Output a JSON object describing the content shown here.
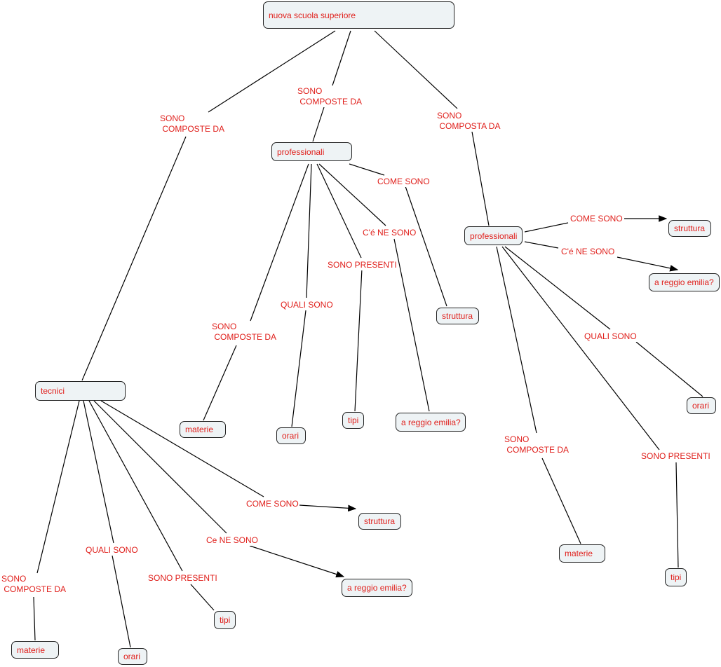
{
  "concepts": {
    "root": "nuova scuola superiore",
    "prof1": "professionali",
    "prof2": "professionali",
    "tecnici": "tecnici",
    "p1_struttura": "struttura",
    "p1_materie": "materie",
    "p1_orari": "orari",
    "p1_tipi": "tipi",
    "p1_reggio": "a reggio emilia?",
    "p2_struttura": "struttura",
    "p2_reggio": "a reggio emilia?",
    "p2_orari": "orari",
    "p2_materie": "materie",
    "p2_tipi": "tipi",
    "t_struttura": "struttura",
    "t_reggio": "a reggio emilia?",
    "t_tipi": "tipi",
    "t_materie": "materie",
    "t_orari": "orari"
  },
  "links": {
    "root_tecnici": "SONO\n COMPOSTE DA",
    "root_prof1": "SONO\n COMPOSTE DA",
    "root_prof2": "SONO\n COMPOSTA DA",
    "p1_come": "COME SONO",
    "p1_ce": "C'é NE SONO",
    "p1_presenti": "SONO PRESENTI",
    "p1_quali": "QUALI SONO",
    "p1_composte": "SONO\n COMPOSTE DA",
    "p2_come": "COME SONO",
    "p2_ce": "C'é NE SONO",
    "p2_quali": "QUALI SONO",
    "p2_composte": "SONO\n COMPOSTE DA",
    "p2_presenti": "SONO PRESENTI",
    "t_come": "COME SONO",
    "t_ce": "Ce NE SONO",
    "t_presenti": "SONO PRESENTI",
    "t_quali": "QUALI SONO",
    "t_composte": "SONO\n COMPOSTE DA"
  }
}
